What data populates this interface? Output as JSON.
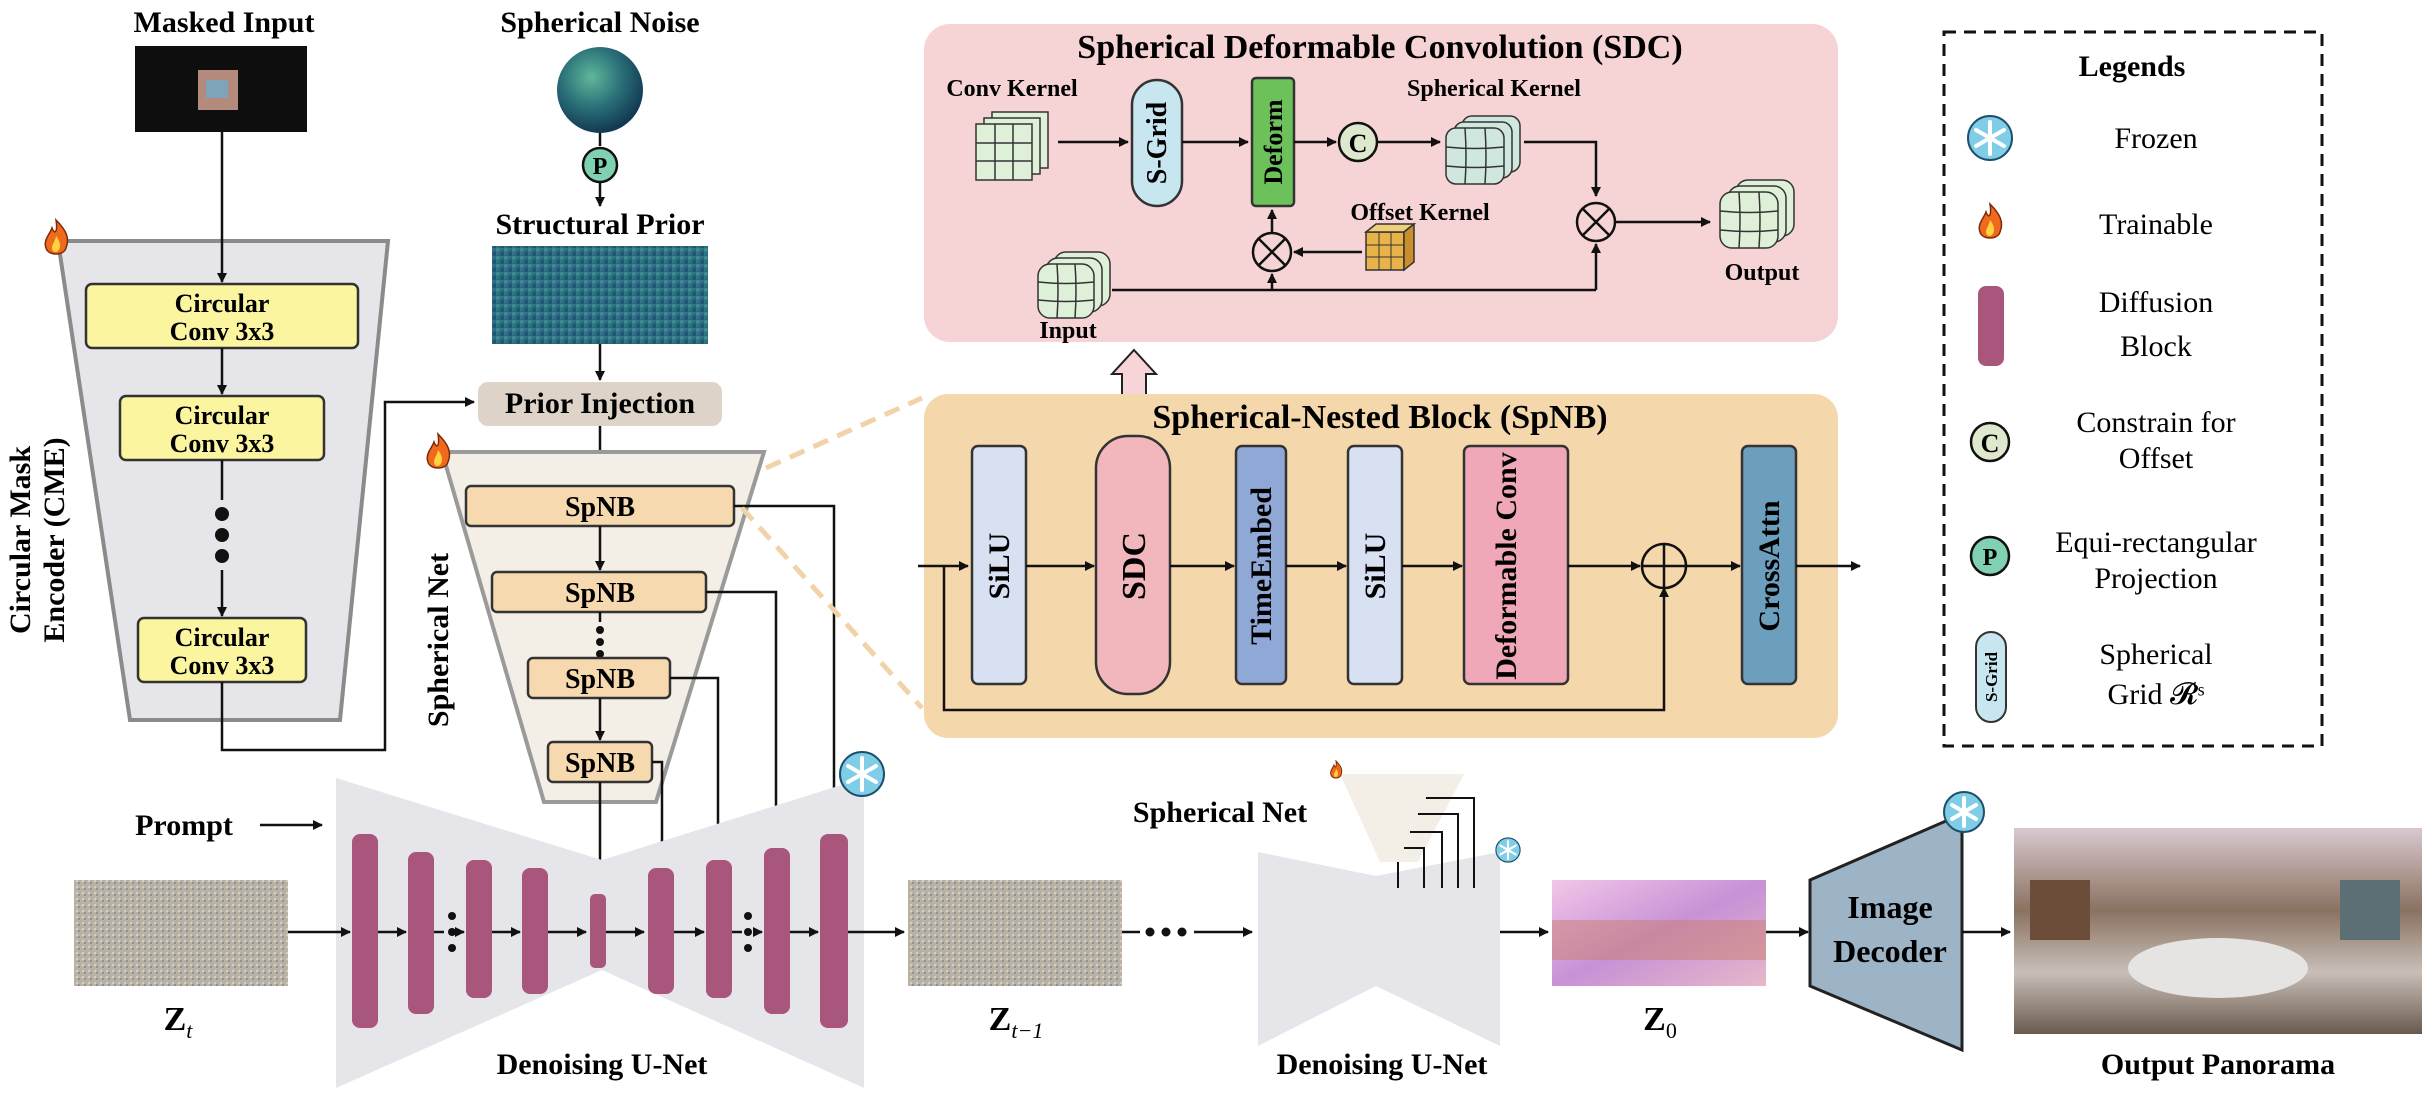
{
  "cme": {
    "title": "Masked Input",
    "side_label_1": "Circular Mask",
    "side_label_2": "Encoder (CME)",
    "blocks": [
      {
        "line1": "Circular",
        "line2": "Conv 3x3"
      },
      {
        "line1": "Circular",
        "line2": "Conv 3x3"
      },
      {
        "line1": "Circular",
        "line2": "Conv 3x3"
      }
    ]
  },
  "prior": {
    "noise_title": "Spherical Noise",
    "projection_symbol": "P",
    "structural_title": "Structural Prior",
    "injection_label": "Prior Injection"
  },
  "spherical_net": {
    "side_label": "Spherical Net",
    "blocks": [
      "SpNB",
      "SpNB",
      "SpNB",
      "SpNB"
    ]
  },
  "sdc": {
    "title": "Spherical Deformable Convolution (SDC)",
    "conv_kernel": "Conv Kernel",
    "sgrid": "S-Grid",
    "deform": "Deform",
    "constraint_symbol": "C",
    "spherical_kernel": "Spherical Kernel",
    "offset_kernel": "Offset Kernel",
    "input": "Input",
    "output": "Output"
  },
  "spnb": {
    "title": "Spherical-Nested Block (SpNB)",
    "layers": [
      "SiLU",
      "SDC",
      "TimeEmbed",
      "SiLU",
      "Deformable Conv",
      "CrossAttn"
    ]
  },
  "unet": {
    "prompt": "Prompt",
    "zt": "Z",
    "zt_sub": "t",
    "zt1": "Z",
    "zt1_sub": "t−1",
    "z0": "Z",
    "z0_sub": "0",
    "label": "Denoising U-Net",
    "label2": "Denoising U-Net",
    "small_net_label": "Spherical Net"
  },
  "decoder": {
    "line1": "Image",
    "line2": "Decoder",
    "output_label": "Output Panorama"
  },
  "legend": {
    "title": "Legends",
    "items": [
      {
        "icon": "snowflake-icon",
        "label1": "Frozen",
        "label2": ""
      },
      {
        "icon": "flame-icon",
        "label1": "Trainable",
        "label2": ""
      },
      {
        "icon": "diffusion-block-icon",
        "label1": "Diffusion",
        "label2": "Block"
      },
      {
        "icon": "c-circle-icon",
        "symbol": "C",
        "label1": "Constrain for",
        "label2": "Offset"
      },
      {
        "icon": "p-circle-icon",
        "symbol": "P",
        "label1": "Equi-rectangular",
        "label2": "Projection"
      },
      {
        "icon": "sgrid-icon",
        "symbol": "S-Grid",
        "label1": "Spherical",
        "label2": "Grid 𝓡ˢ"
      }
    ]
  },
  "colors": {
    "yellow_block": "#fbf5a0",
    "diffusion_block": "#a8567c",
    "sdc_bg": "#f6d3d4",
    "spnb_bg": "#f4d8ac",
    "spnb_block": "#f7d9b0",
    "funnel_gray": "#e6e6ea",
    "decoder": "#9cb4c5",
    "projection_teal": "#7fd1b2",
    "deform_green": "#6cc15a",
    "sgrid_blue": "#c7e6ef",
    "crossattn_blue": "#6c9fbe",
    "timeembed_blue": "#8fa8d6",
    "silu_blue": "#d7e1f2",
    "sdc_pink": "#f2b6bd",
    "deformable_pink": "#f0a7b7"
  }
}
